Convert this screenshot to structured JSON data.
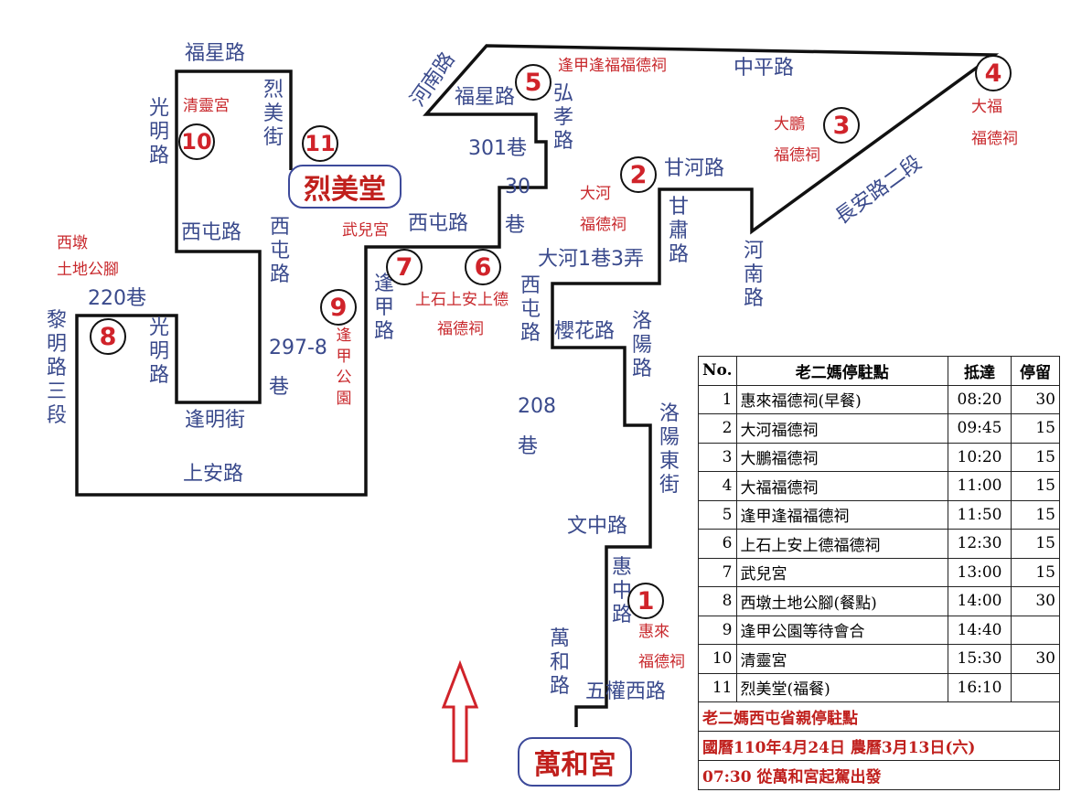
{
  "roads": {
    "fuxing_left": "福星路",
    "guangming_top": "光明路",
    "liemei_st": "烈美街",
    "xitun_left": "西屯路",
    "xitun_297": "西屯路297-8巷",
    "lane220": "220巷",
    "liming": "黎明路三段",
    "guangming_low": "光明路",
    "fengming": "逢明街",
    "shangan": "上安路",
    "henan_diag": "河南路",
    "fuxing_right": "福星路",
    "lane301": "301巷",
    "lane30": "30巷",
    "xitun_mid": "西屯路",
    "fengjia_road": "逢甲路",
    "hongxiao": "弘孝路",
    "zhongping": "中平路",
    "changan": "長安路二段",
    "ganhe": "甘河路",
    "gansu": "甘肅路",
    "henan_right": "河南路",
    "dahe_lane": "大河1巷3弄",
    "xitun_208": "西屯路208巷",
    "yinghua": "櫻花路",
    "luoyang": "洛陽路",
    "luoyang_east": "洛陽東街",
    "wenzhong": "文中路",
    "huizhong": "惠中路",
    "wanhe_road": "萬和路",
    "wuquan_west": "五權西路"
  },
  "places": {
    "qingling": "清靈宮",
    "xidun": "西墩土地公腳",
    "wuer": "武兒宮",
    "fengjia_park": "逢甲公園",
    "shangshi": "上石上安上德",
    "shangshi_2": "福德祠",
    "fengjia_fengfu": "逢甲逢福福德祠",
    "dapeng_1": "大鵬",
    "dapeng_2": "福德祠",
    "dafu_1": "大福",
    "dafu_2": "福德祠",
    "dahe_1": "大河",
    "dahe_2": "福德祠",
    "huilai_1": "惠來",
    "huilai_2": "福德祠"
  },
  "stops": [
    "1",
    "2",
    "3",
    "4",
    "5",
    "6",
    "7",
    "8",
    "9",
    "10",
    "11"
  ],
  "landmarks": {
    "liemei_hall": "烈美堂",
    "wanhe_temple": "萬和宮"
  },
  "schedule": {
    "headers": {
      "no": "No.",
      "stop": "老二媽停駐點",
      "arrive": "抵達",
      "stay": "停留"
    },
    "rows": [
      {
        "no": "1",
        "stop": "惠來福德祠(早餐)",
        "arrive": "08:20",
        "stay": "30"
      },
      {
        "no": "2",
        "stop": "大河福德祠",
        "arrive": "09:45",
        "stay": "15"
      },
      {
        "no": "3",
        "stop": "大鵬福德祠",
        "arrive": "10:20",
        "stay": "15"
      },
      {
        "no": "4",
        "stop": "大福福德祠",
        "arrive": "11:00",
        "stay": "15"
      },
      {
        "no": "5",
        "stop": "逢甲逢福福德祠",
        "arrive": "11:50",
        "stay": "15"
      },
      {
        "no": "6",
        "stop": "上石上安上德福德祠",
        "arrive": "12:30",
        "stay": "15"
      },
      {
        "no": "7",
        "stop": "武兒宮",
        "arrive": "13:00",
        "stay": "15"
      },
      {
        "no": "8",
        "stop": "西墩土地公腳(餐點)",
        "arrive": "14:00",
        "stay": "30"
      },
      {
        "no": "9",
        "stop": "逢甲公園等待會合",
        "arrive": "14:40",
        "stay": ""
      },
      {
        "no": "10",
        "stop": "清靈宮",
        "arrive": "15:30",
        "stay": "30"
      },
      {
        "no": "11",
        "stop": "烈美堂(福餐)",
        "arrive": "16:10",
        "stay": ""
      }
    ],
    "footer": [
      "老二媽西屯省親停駐點",
      "國曆110年4月24日  農曆3月13日(六)",
      "07:30 從萬和宮起駕出發"
    ]
  },
  "colors": {
    "road_text": "#3a4a8c",
    "place_text": "#c8282c",
    "route": "#111111",
    "arrow": "#d0232a"
  }
}
